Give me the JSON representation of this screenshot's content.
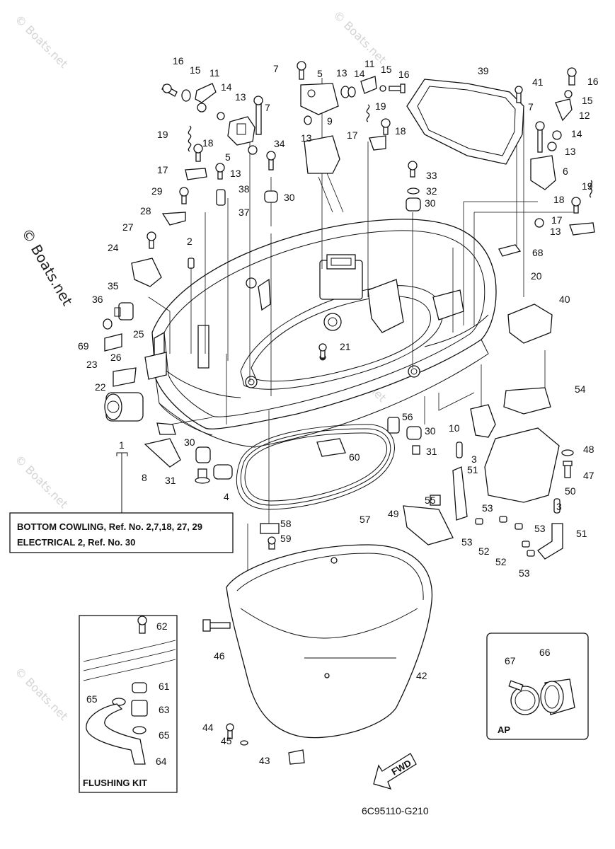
{
  "watermark": "© Boats.net",
  "diagram_code": "6C95110-G210",
  "reference_box": {
    "line1": "BOTTOM COWLING,  Ref. No. 2,7,18, 27, 29",
    "line2": "ELECTRICAL 2,  Ref. No. 30"
  },
  "flushing_kit_label": "FLUSHING KIT",
  "ap_label": "AP",
  "fwd_label": "FWD",
  "bracket_label": "1",
  "callouts": [
    {
      "n": "1"
    },
    {
      "n": "2"
    },
    {
      "n": "3"
    },
    {
      "n": "3"
    },
    {
      "n": "4"
    },
    {
      "n": "5"
    },
    {
      "n": "5"
    },
    {
      "n": "6"
    },
    {
      "n": "7"
    },
    {
      "n": "7"
    },
    {
      "n": "7"
    },
    {
      "n": "8"
    },
    {
      "n": "9"
    },
    {
      "n": "10"
    },
    {
      "n": "11"
    },
    {
      "n": "11"
    },
    {
      "n": "12"
    },
    {
      "n": "13"
    },
    {
      "n": "13"
    },
    {
      "n": "13"
    },
    {
      "n": "13"
    },
    {
      "n": "13"
    },
    {
      "n": "13"
    },
    {
      "n": "14"
    },
    {
      "n": "14"
    },
    {
      "n": "14"
    },
    {
      "n": "15"
    },
    {
      "n": "15"
    },
    {
      "n": "15"
    },
    {
      "n": "16"
    },
    {
      "n": "16"
    },
    {
      "n": "16"
    },
    {
      "n": "17"
    },
    {
      "n": "17"
    },
    {
      "n": "17"
    },
    {
      "n": "18"
    },
    {
      "n": "18"
    },
    {
      "n": "18"
    },
    {
      "n": "19"
    },
    {
      "n": "19"
    },
    {
      "n": "19"
    },
    {
      "n": "20"
    },
    {
      "n": "21"
    },
    {
      "n": "22"
    },
    {
      "n": "23"
    },
    {
      "n": "24"
    },
    {
      "n": "25"
    },
    {
      "n": "26"
    },
    {
      "n": "27"
    },
    {
      "n": "28"
    },
    {
      "n": "29"
    },
    {
      "n": "30"
    },
    {
      "n": "30"
    },
    {
      "n": "30"
    },
    {
      "n": "30"
    },
    {
      "n": "31"
    },
    {
      "n": "31"
    },
    {
      "n": "32"
    },
    {
      "n": "33"
    },
    {
      "n": "34"
    },
    {
      "n": "35"
    },
    {
      "n": "36"
    },
    {
      "n": "37"
    },
    {
      "n": "38"
    },
    {
      "n": "39"
    },
    {
      "n": "40"
    },
    {
      "n": "41"
    },
    {
      "n": "42"
    },
    {
      "n": "43"
    },
    {
      "n": "44"
    },
    {
      "n": "45"
    },
    {
      "n": "46"
    },
    {
      "n": "47"
    },
    {
      "n": "48"
    },
    {
      "n": "49"
    },
    {
      "n": "50"
    },
    {
      "n": "51"
    },
    {
      "n": "51"
    },
    {
      "n": "52"
    },
    {
      "n": "52"
    },
    {
      "n": "53"
    },
    {
      "n": "53"
    },
    {
      "n": "53"
    },
    {
      "n": "53"
    },
    {
      "n": "54"
    },
    {
      "n": "55"
    },
    {
      "n": "56"
    },
    {
      "n": "57"
    },
    {
      "n": "58"
    },
    {
      "n": "59"
    },
    {
      "n": "60"
    },
    {
      "n": "61"
    },
    {
      "n": "62"
    },
    {
      "n": "63"
    },
    {
      "n": "64"
    },
    {
      "n": "65"
    },
    {
      "n": "65"
    },
    {
      "n": "66"
    },
    {
      "n": "67"
    },
    {
      "n": "68"
    },
    {
      "n": "69"
    }
  ]
}
